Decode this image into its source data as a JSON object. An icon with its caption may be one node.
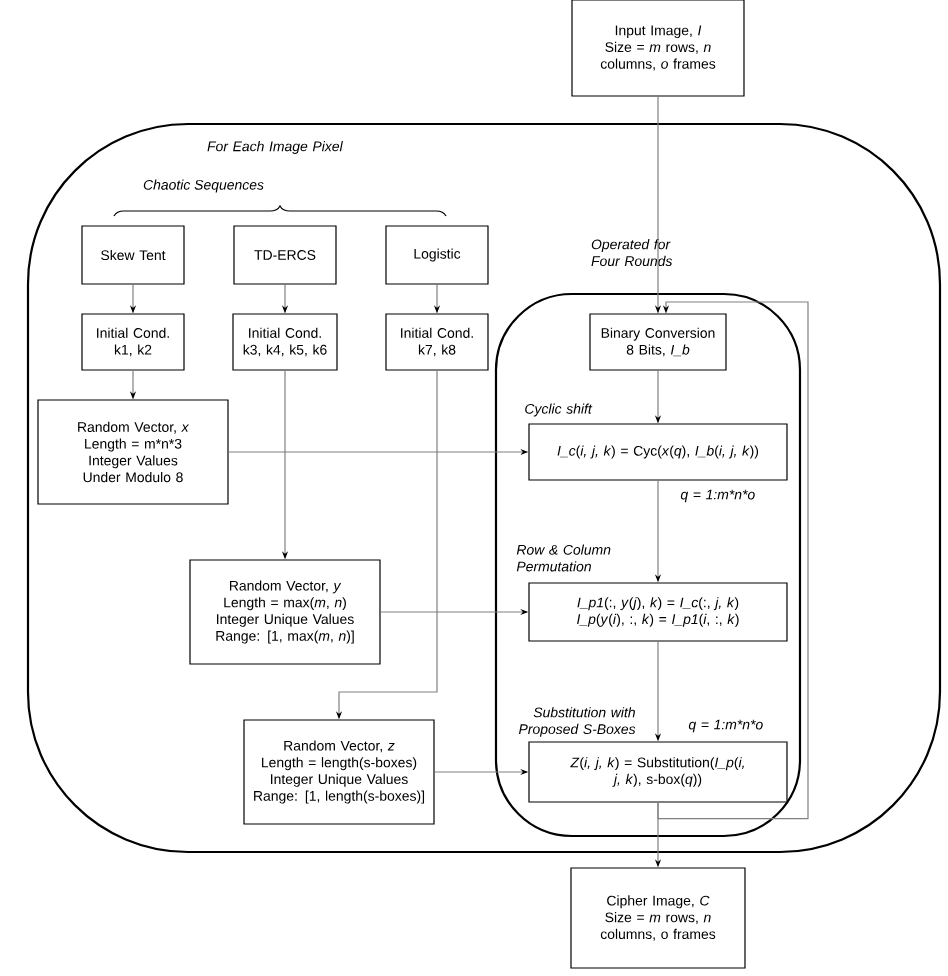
{
  "diagram": {
    "nodes": [
      {
        "text": [
          "For Each Image Pixel"
        ]
      },
      {
        "text": [
          "Operated for Four Rounds"
        ],
        "in": 0
      },
      {
        "text": [
          "Input Image, *I*",
          "Size = *m* rows, *n* columns, *o* frames"
        ]
      },
      {
        "text": [
          "Skew Tent"
        ],
        "in": 0
      },
      {
        "text": [
          "TD-ERCS"
        ],
        "in": 0
      },
      {
        "text": [
          "Logistic"
        ],
        "in": 0
      },
      {
        "text": [
          "Initial Cond.",
          "k1, k2"
        ],
        "in": 0
      },
      {
        "text": [
          "Initial Cond.",
          "k3, k4, k5, k6"
        ],
        "in": 0
      },
      {
        "text": [
          "Initial Cond.",
          "k7, k8"
        ],
        "in": 0
      },
      {
        "text": [
          "Random Vector, *x*",
          "Length = m*n*3",
          "Integer Values Under Modulo 8"
        ],
        "in": 0
      },
      {
        "text": [
          "Random Vector, *y*",
          "Length = max(*m*, *n*)",
          "Integer Unique Values",
          "Range: [1, max(*m*, *n*)]"
        ],
        "in": 0
      },
      {
        "text": [
          "Random Vector, *z*",
          "Length = length(s-boxes)",
          "Integer Unique Values",
          "Range: [1, length(s-boxes)]"
        ],
        "in": 0
      },
      {
        "text": [
          "Binary Conversion",
          "8 Bits, *I_b*"
        ],
        "in": 1
      },
      {
        "text": [
          "*I_c*(*i, j, k*) = Cyc(*x*(*q*), *I_b*(*i, j, k*))"
        ],
        "in": 1,
        "beside": [
          "Cyclic shift",
          "q = 1:m*n*o"
        ]
      },
      {
        "text": [
          "*I_p1*(:, *y*(*j*), *k*) = *I_c*(:, *j, k*)",
          "*I_p*(*y*(*i*), :, *k*) = *I_p1*(*i*, :, *k*)"
        ],
        "in": 1,
        "beside": [
          "Row & Column Permutation"
        ]
      },
      {
        "text": [
          "*Z*(*i, j, k*) = Substitution(*I_p*(*i, j, k*), s-box(*q*))"
        ],
        "in": 1,
        "beside": [
          "Substitution with Proposed S-Boxes",
          "q = 1:m*n*o"
        ]
      },
      {
        "text": [
          "Cipher Image, *C*",
          "Size = *m* rows, *n* columns, o frames"
        ]
      }
    ],
    "edges": [
      {
        "from": 2,
        "to": 12,
        "arrow": "to"
      },
      {
        "from": 3,
        "to": 6,
        "arrow": "to"
      },
      {
        "from": 4,
        "to": 7,
        "arrow": "to"
      },
      {
        "from": 5,
        "to": 8,
        "arrow": "to"
      },
      {
        "from": 6,
        "to": 9,
        "arrow": "to"
      },
      {
        "from": 7,
        "to": 10,
        "arrow": "to"
      },
      {
        "from": 8,
        "to": 11,
        "arrow": "to"
      },
      {
        "from": 9,
        "to": 13,
        "arrow": "to"
      },
      {
        "from": 10,
        "to": 14,
        "arrow": "to"
      },
      {
        "from": 11,
        "to": 15,
        "arrow": "to"
      },
      {
        "from": 12,
        "to": 13,
        "arrow": "to"
      },
      {
        "from": 13,
        "to": 14,
        "arrow": "to"
      },
      {
        "from": 14,
        "to": 15,
        "arrow": "to"
      },
      {
        "from": 15,
        "to": 16,
        "arrow": "to"
      },
      {
        "from": 15,
        "to": 12,
        "arrow": "to"
      }
    ],
    "labels": [
      "Chaotic Sequences"
    ]
  }
}
